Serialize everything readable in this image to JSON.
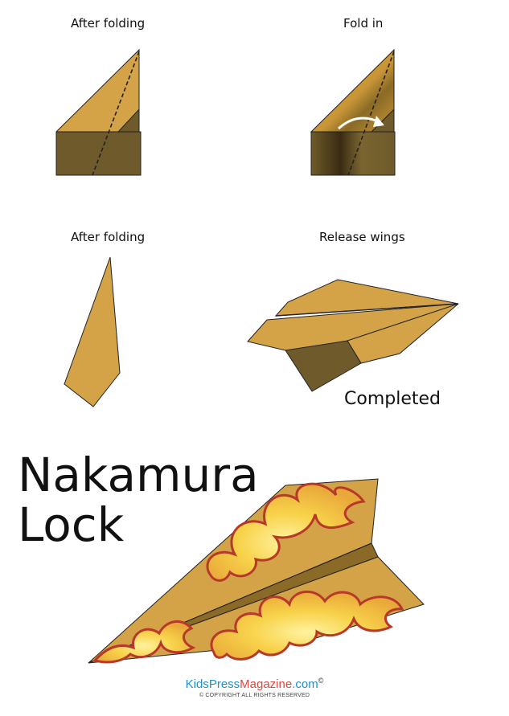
{
  "steps": [
    {
      "caption": "After folding"
    },
    {
      "caption": "Fold in"
    },
    {
      "caption": "After folding"
    },
    {
      "caption": "Release wings"
    }
  ],
  "completed_label": "Completed",
  "title": {
    "line1": "Nakamura",
    "line2": "Lock"
  },
  "footer": {
    "brand_kids": "Kids",
    "brand_press": "Press",
    "brand_magazine": "Magazine",
    "brand_com": ".com",
    "brand_mark": "©",
    "copyright": "© COPYRIGHT ALL RIGHTS RESERVED"
  },
  "colors": {
    "paper": "#d4a347",
    "paper_dark": "#6e5a2a",
    "paper_outline": "#1a1a1a",
    "flame_outline": "#b8392a",
    "flame_fill": "#f5c540"
  }
}
